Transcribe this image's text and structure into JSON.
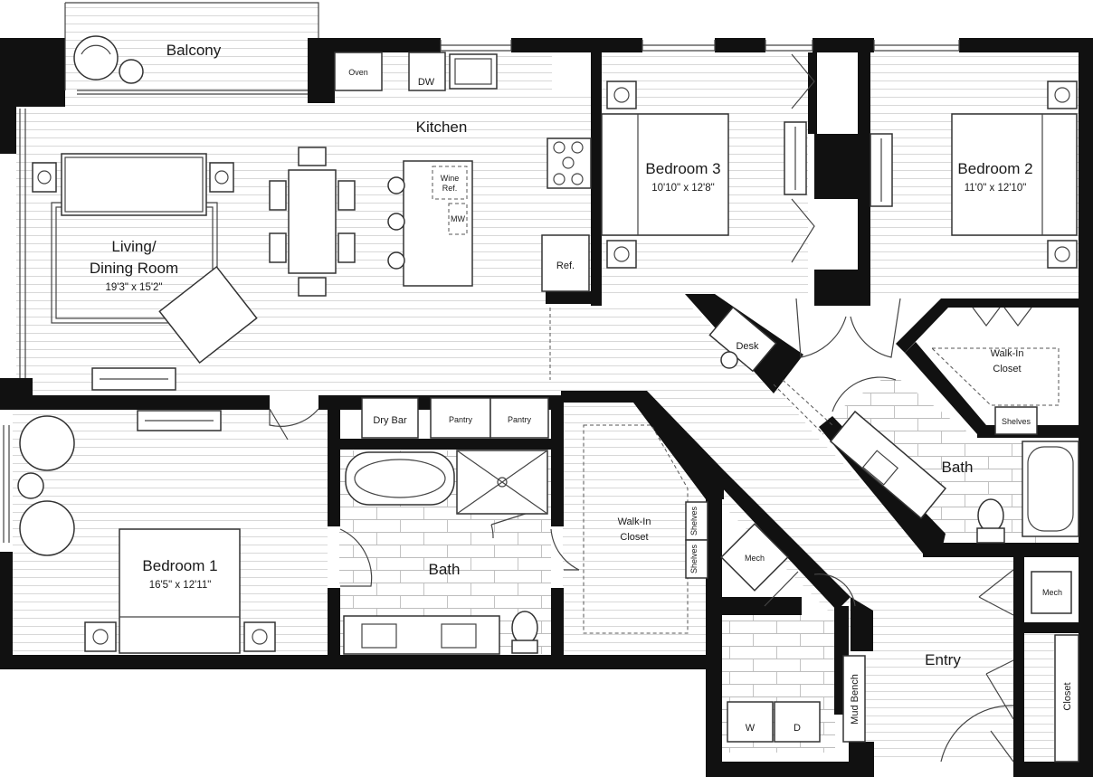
{
  "plan": {
    "rooms": {
      "balcony": "Balcony",
      "kitchen": "Kitchen",
      "living": {
        "line1": "Living/",
        "line2": "Dining Room",
        "dims": "19'3\" x 15'2\""
      },
      "bedroom1": {
        "name": "Bedroom 1",
        "dims": "16'5\" x 12'11\""
      },
      "bedroom2": {
        "name": "Bedroom 2",
        "dims": "11'0\" x 12'10\""
      },
      "bedroom3": {
        "name": "Bedroom 3",
        "dims": "10'10\" x 12'8\""
      },
      "bath_main": "Bath",
      "bath_right": "Bath",
      "walkin_center": {
        "line1": "Walk-In",
        "line2": "Closet"
      },
      "walkin_right": {
        "line1": "Walk-In",
        "line2": "Closet"
      },
      "entry": "Entry"
    },
    "fixtures": {
      "oven": "Oven",
      "dw": "DW",
      "wine_ref_1": "Wine",
      "wine_ref_2": "Ref.",
      "mw": "MW",
      "ref": "Ref.",
      "dry_bar": "Dry Bar",
      "pantry_1": "Pantry",
      "pantry_2": "Pantry",
      "desk": "Desk",
      "shelves_center_1": "Shelves",
      "shelves_center_2": "Shelves",
      "shelves_right": "Shelves",
      "mech_1": "Mech",
      "mech_2": "Mech",
      "washer": "W",
      "dryer": "D",
      "mud_bench": "Mud Bench",
      "closet": "Closet"
    }
  }
}
